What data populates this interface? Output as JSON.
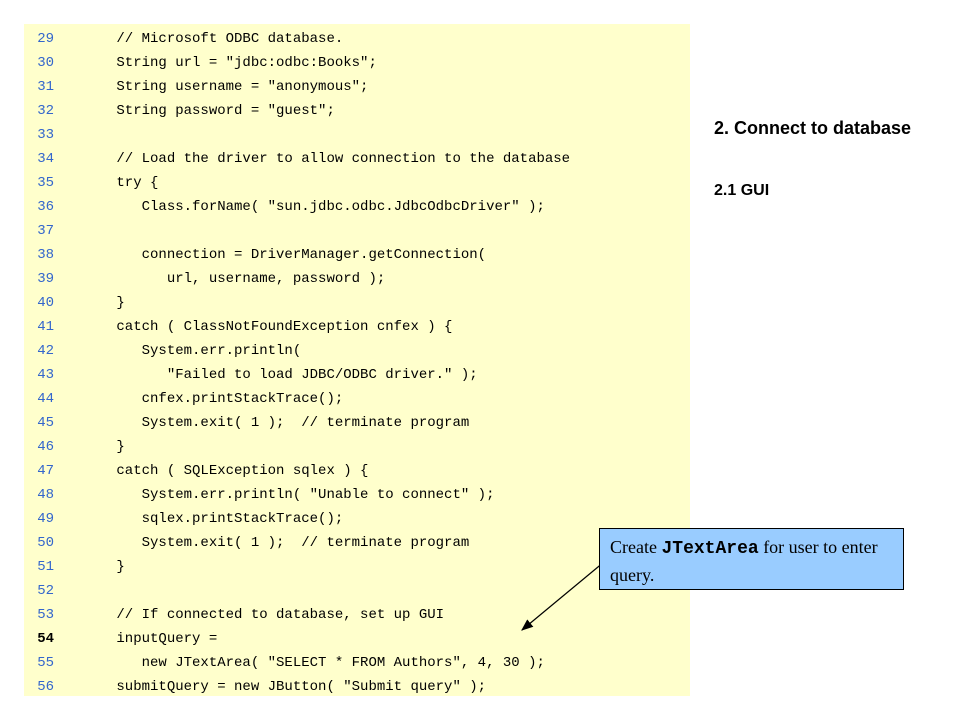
{
  "code": {
    "lines": [
      {
        "num": "29",
        "text": "      // Microsoft ODBC database."
      },
      {
        "num": "30",
        "text": "      String url = \"jdbc:odbc:Books\";"
      },
      {
        "num": "31",
        "text": "      String username = \"anonymous\";"
      },
      {
        "num": "32",
        "text": "      String password = \"guest\";"
      },
      {
        "num": "33",
        "text": ""
      },
      {
        "num": "34",
        "text": "      // Load the driver to allow connection to the database"
      },
      {
        "num": "35",
        "text": "      try {"
      },
      {
        "num": "36",
        "text": "         Class.forName( \"sun.jdbc.odbc.JdbcOdbcDriver\" );"
      },
      {
        "num": "37",
        "text": ""
      },
      {
        "num": "38",
        "text": "         connection = DriverManager.getConnection("
      },
      {
        "num": "39",
        "text": "            url, username, password );"
      },
      {
        "num": "40",
        "text": "      }"
      },
      {
        "num": "41",
        "text": "      catch ( ClassNotFoundException cnfex ) {"
      },
      {
        "num": "42",
        "text": "         System.err.println("
      },
      {
        "num": "43",
        "text": "            \"Failed to load JDBC/ODBC driver.\" );"
      },
      {
        "num": "44",
        "text": "         cnfex.printStackTrace();"
      },
      {
        "num": "45",
        "text": "         System.exit( 1 );  // terminate program"
      },
      {
        "num": "46",
        "text": "      }"
      },
      {
        "num": "47",
        "text": "      catch ( SQLException sqlex ) {"
      },
      {
        "num": "48",
        "text": "         System.err.println( \"Unable to connect\" );"
      },
      {
        "num": "49",
        "text": "         sqlex.printStackTrace();"
      },
      {
        "num": "50",
        "text": "         System.exit( 1 );  // terminate program"
      },
      {
        "num": "51",
        "text": "      }"
      },
      {
        "num": "52",
        "text": ""
      },
      {
        "num": "53",
        "text": "      // If connected to database, set up GUI"
      },
      {
        "num": "54",
        "text": "      inputQuery ="
      },
      {
        "num": "55",
        "text": "         new JTextArea( \"SELECT * FROM Authors\", 4, 30 );"
      },
      {
        "num": "56",
        "text": "      submitQuery = new JButton( \"Submit query\" );"
      }
    ]
  },
  "sidebar": {
    "heading1": "2. Connect to database",
    "heading2": "2.1 GUI"
  },
  "callout": {
    "prefix": "Create ",
    "code": "JTextArea",
    "suffix": " for user to enter query."
  },
  "colors": {
    "code_bg": "#ffffcc",
    "line_number": "#3366cc",
    "callout_bg": "#99ccff"
  }
}
